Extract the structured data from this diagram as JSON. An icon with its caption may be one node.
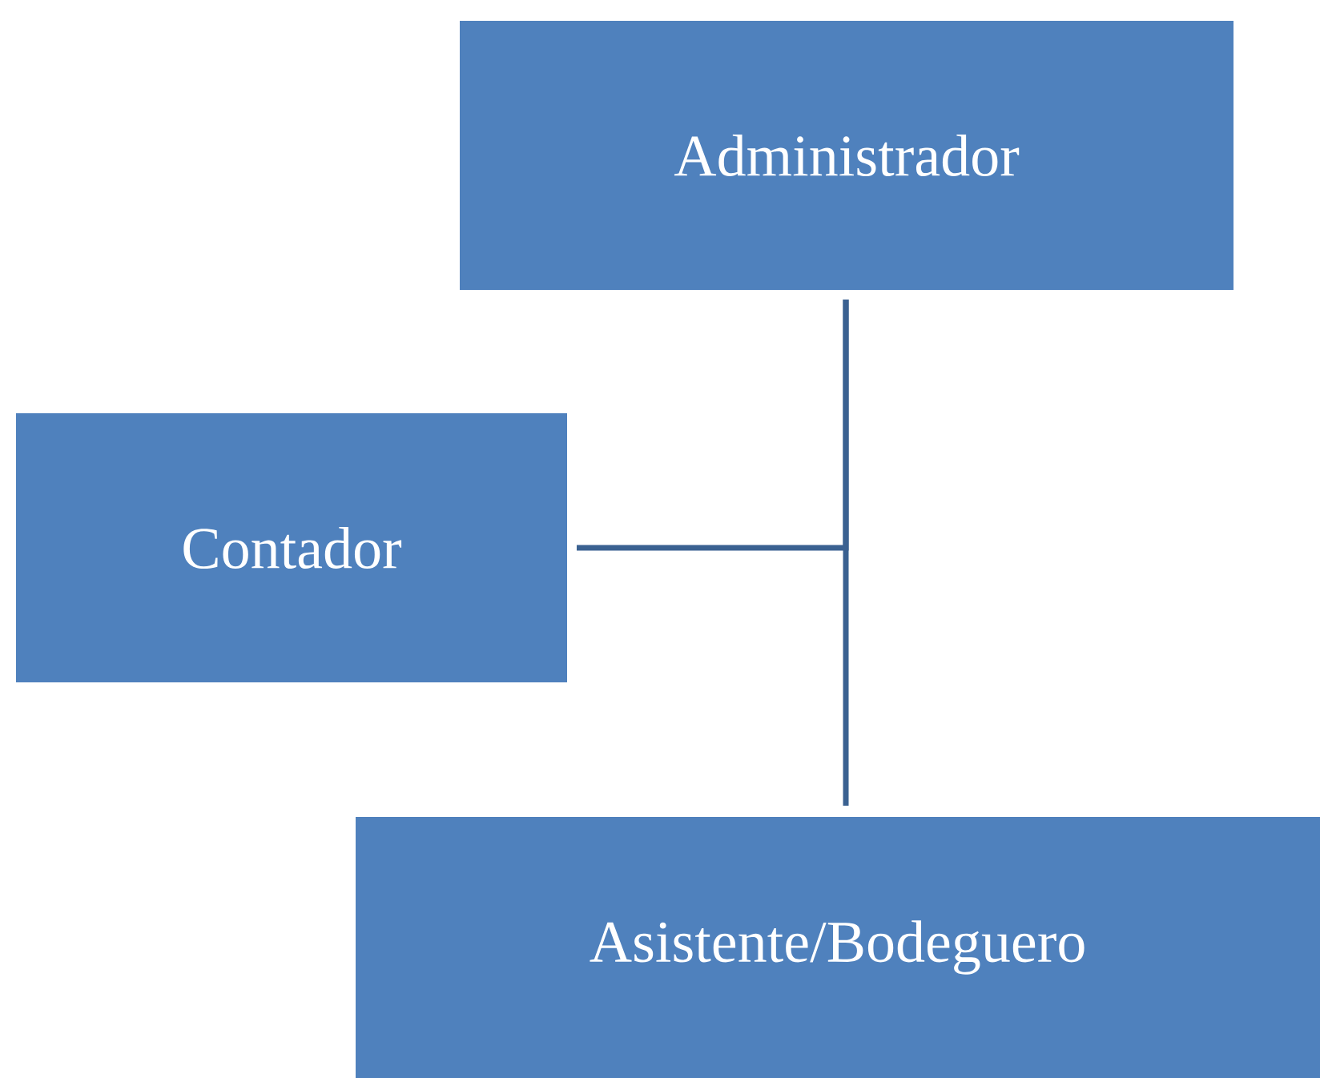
{
  "diagram": {
    "nodes": [
      {
        "text": [
          "Administrador"
        ]
      },
      {
        "text": [
          "Contador"
        ]
      },
      {
        "text": [
          "Asistente/Bodeguero"
        ]
      }
    ],
    "edges": [
      {
        "from": 0,
        "to": 2,
        "arrow": "none"
      },
      {
        "from": 0,
        "to": 1,
        "arrow": "none"
      }
    ]
  }
}
